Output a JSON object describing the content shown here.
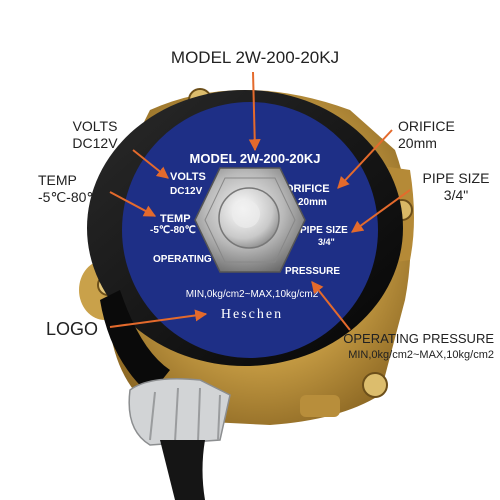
{
  "callouts": {
    "model": "MODEL 2W-200-20KJ",
    "volts_label": "VOLTS",
    "volts_value": "DC12V",
    "temp_label": "TEMP",
    "temp_value": "-5℃-80℃",
    "orifice_label": "ORIFICE",
    "orifice_value": "20mm",
    "pipe_label": "PIPE SIZE",
    "pipe_value": "3/4\"",
    "logo": "LOGO",
    "op_label": "OPERATING PRESSURE",
    "op_value": "MIN,0kg/cm2~MAX,10kg/cm2"
  },
  "label_face": {
    "model": "MODEL 2W-200-20KJ",
    "volts": "VOLTS",
    "volts_value": "DC12V",
    "temp": "TEMP",
    "temp_value": "-5℃-80℃",
    "orifice": "ORIFICE",
    "orifice_value": "20mm",
    "pipe": "PIPE SIZE",
    "pipe_value": "3/4\"",
    "operating": "OPERATING",
    "pressure": "PRESSURE",
    "range": "MIN,0kg/cm2~MAX,10kg/cm2",
    "brand": "Heschen"
  },
  "colors": {
    "label_blue": "#1e2f86",
    "coil_black": "#111111",
    "brass": "#c7a04a",
    "arrow_orange": "#e46a2c"
  }
}
